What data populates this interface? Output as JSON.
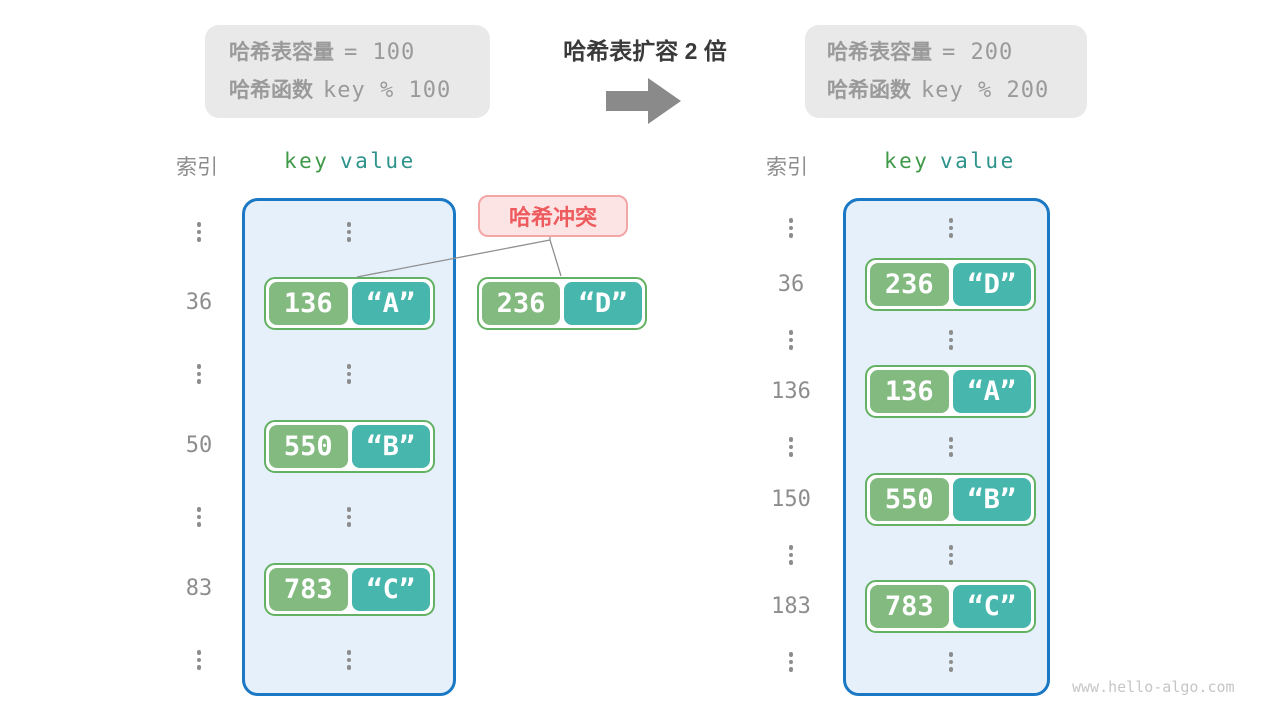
{
  "title": "哈希表扩容 2 倍",
  "config_before": {
    "capacity_label": "哈希表容量",
    "capacity_value": "=  100",
    "hash_label": "哈希函数",
    "hash_value": "key % 100"
  },
  "config_after": {
    "capacity_label": "哈希表容量",
    "capacity_value": "=  200",
    "hash_label": "哈希函数",
    "hash_value": "key % 200"
  },
  "collision": {
    "label": "哈希冲突",
    "pair": {
      "key": "236",
      "value": "“D”"
    }
  },
  "table_before": {
    "index_header": "索引",
    "key_header": "key",
    "value_header": "value",
    "rows": [
      {
        "type": "ellipsis"
      },
      {
        "type": "pair",
        "index": "36",
        "key": "136",
        "value": "“A”"
      },
      {
        "type": "ellipsis"
      },
      {
        "type": "pair",
        "index": "50",
        "key": "550",
        "value": "“B”"
      },
      {
        "type": "ellipsis"
      },
      {
        "type": "pair",
        "index": "83",
        "key": "783",
        "value": "“C”"
      },
      {
        "type": "ellipsis"
      }
    ]
  },
  "table_after": {
    "index_header": "索引",
    "key_header": "key",
    "value_header": "value",
    "rows": [
      {
        "type": "ellipsis"
      },
      {
        "type": "pair",
        "index": "36",
        "key": "236",
        "value": "“D”"
      },
      {
        "type": "ellipsis"
      },
      {
        "type": "pair",
        "index": "136",
        "key": "136",
        "value": "“A”"
      },
      {
        "type": "ellipsis"
      },
      {
        "type": "pair",
        "index": "150",
        "key": "550",
        "value": "“B”"
      },
      {
        "type": "ellipsis"
      },
      {
        "type": "pair",
        "index": "183",
        "key": "783",
        "value": "“C”"
      },
      {
        "type": "ellipsis"
      }
    ]
  },
  "watermark": "www.hello-algo.com",
  "colors": {
    "key_box_green": "#82ba80",
    "value_box_teal": "#47b7ae",
    "pair_border_green": "#63b163",
    "container_fill": "#e5f0fa",
    "container_border_blue": "#1a78c4",
    "collision_red": "#ee5b5e",
    "config_box_gray": "#e9e9e9",
    "text_gray": "#9a9a9a"
  }
}
